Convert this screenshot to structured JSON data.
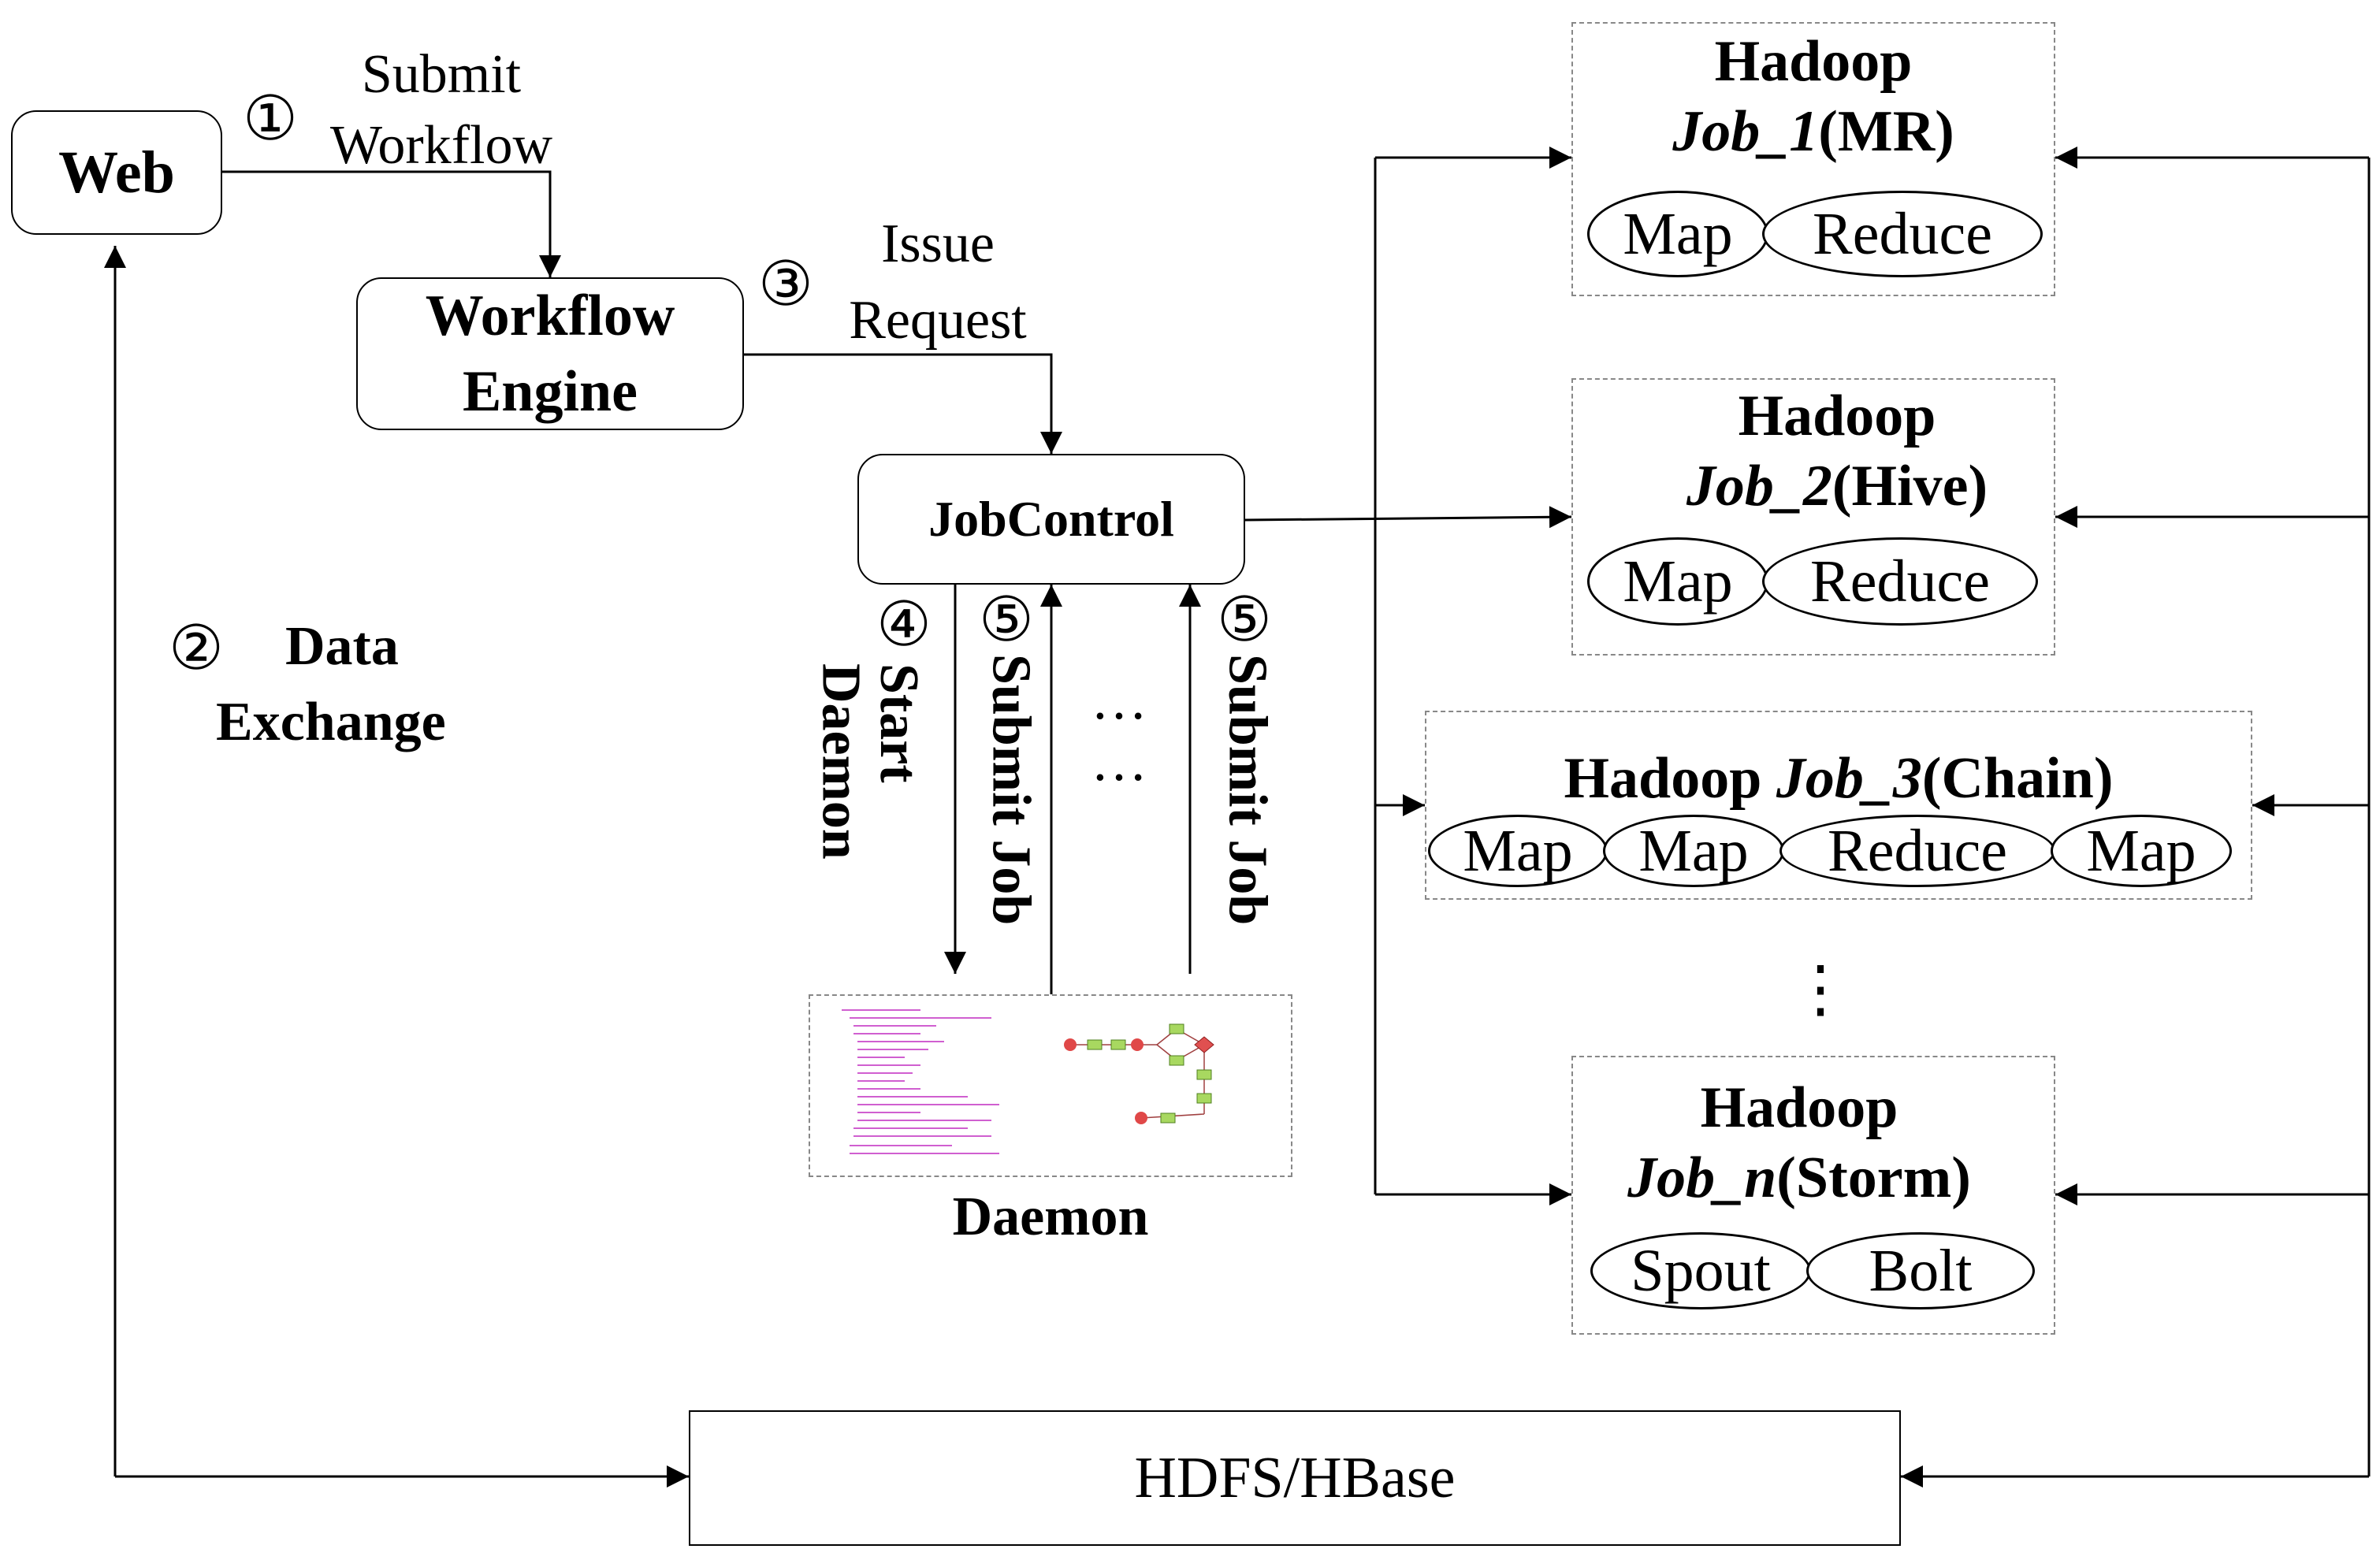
{
  "web": {
    "label": "Web"
  },
  "engine": {
    "line1": "Workflow",
    "line2": "Engine"
  },
  "jobcontrol": {
    "label": "JobControl"
  },
  "hdfs": {
    "label": "HDFS/HBase"
  },
  "daemon": {
    "label": "Daemon"
  },
  "steps": {
    "s1": {
      "num": "①",
      "line1": "Submit",
      "line2": "Workflow"
    },
    "s2": {
      "num": "②",
      "line1": "Data",
      "line2": "Exchange"
    },
    "s3": {
      "num": "③",
      "line1": "Issue",
      "line2": "Request"
    },
    "s4": {
      "num": "④",
      "line1": "Start",
      "line2": "Daemon"
    },
    "s5a": {
      "num": "⑤",
      "text": "Submit Job"
    },
    "s5b": {
      "num": "⑤",
      "text": "Submit Job"
    }
  },
  "ellipsis_h": "…",
  "ellipsis_h2": "…",
  "ellipsis_v": "⋮",
  "jobs": [
    {
      "prefix": "Hadoop",
      "name": "Job_1",
      "suffix": "(MR)",
      "phases": [
        "Map",
        "Reduce"
      ]
    },
    {
      "prefix": "Hadoop",
      "name": "Job_2",
      "suffix": "(Hive)",
      "phases": [
        "Map",
        "Reduce"
      ]
    },
    {
      "prefix": "Hadoop",
      "name": "Job_3",
      "suffix": "(Chain)",
      "phases": [
        "Map",
        "Map",
        "Reduce",
        "Map"
      ]
    },
    {
      "prefix": "Hadoop",
      "name": "Job_n",
      "suffix": "(Storm)",
      "phases": [
        "Spout",
        "Bolt"
      ]
    }
  ]
}
